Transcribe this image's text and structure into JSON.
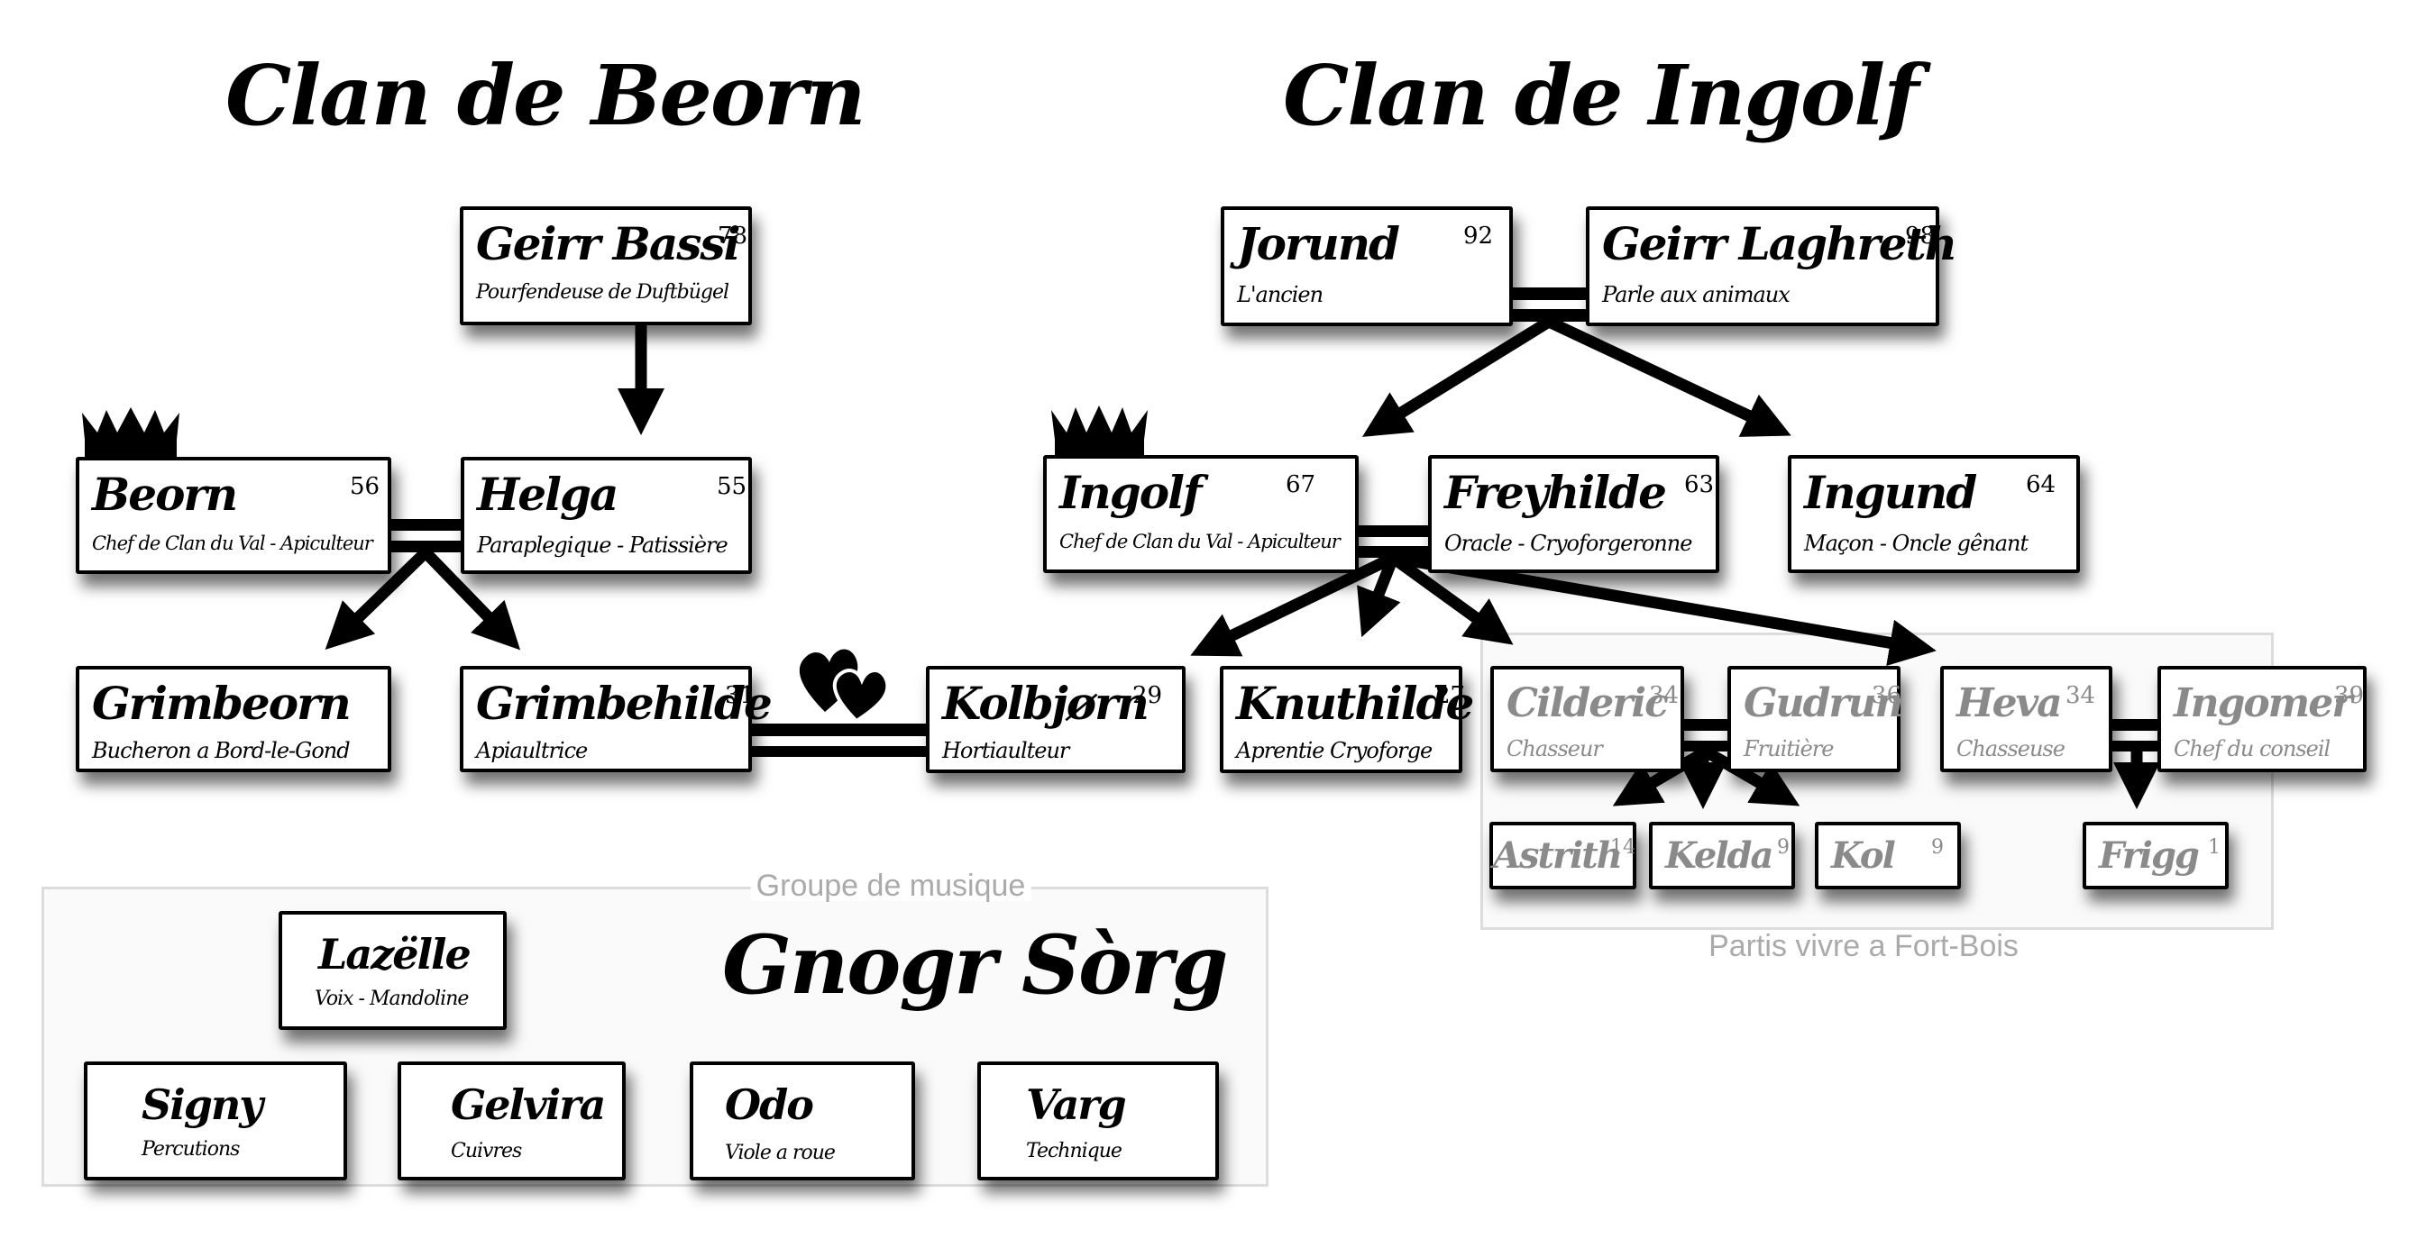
{
  "titles": {
    "clan_beorn": "Clan de Beorn",
    "clan_ingolf": "Clan de Ingolf",
    "band_name": "Gnogr Sòrg"
  },
  "groups": {
    "music": "Groupe de musique",
    "fortbois": "Partis vivre a Fort-Bois"
  },
  "people": {
    "geirr_bassi": {
      "name": "Geirr Bassi",
      "age": "78",
      "role": "Pourfendeuse de Duftbügel"
    },
    "beorn": {
      "name": "Beorn",
      "age": "56",
      "role": "Chef de Clan du Val - Apiculteur",
      "chief": true
    },
    "helga": {
      "name": "Helga",
      "age": "55",
      "role": "Paraplegique - Patissière"
    },
    "grimbeorn": {
      "name": "Grimbeorn",
      "age": "",
      "role": "Bucheron a Bord-le-Gond"
    },
    "grimbehilde": {
      "name": "Grimbehilde",
      "age": "31",
      "role": "Apiaultrice"
    },
    "kolbjorn": {
      "name": "Kolbjørn",
      "age": "29",
      "role": "Hortiaulteur"
    },
    "knuthilde": {
      "name": "Knuthilde",
      "age": "27",
      "role": "Aprentie Cryoforge"
    },
    "jorund": {
      "name": "Jorund",
      "age": "92",
      "role": "L'ancien"
    },
    "geirr_laghreth": {
      "name": "Geirr Laghreth",
      "age": "98",
      "role": "Parle aux animaux"
    },
    "ingolf": {
      "name": "Ingolf",
      "age": "67",
      "role": "Chef de Clan du Val - Apiculteur",
      "chief": true
    },
    "freyhilde": {
      "name": "Freyhilde",
      "age": "63",
      "role": "Oracle - Cryoforgeronne"
    },
    "ingund": {
      "name": "Ingund",
      "age": "64",
      "role": "Maçon - Oncle gênant"
    },
    "cilderic": {
      "name": "Cilderic",
      "age": "34",
      "role": "Chasseur"
    },
    "gudrun": {
      "name": "Gudrun",
      "age": "36",
      "role": "Fruitière"
    },
    "heva": {
      "name": "Heva",
      "age": "34",
      "role": "Chasseuse"
    },
    "ingomer": {
      "name": "Ingomer",
      "age": "39",
      "role": "Chef du conseil"
    },
    "astrith": {
      "name": "Astrith",
      "age": "14",
      "role": ""
    },
    "kelda": {
      "name": "Kelda",
      "age": "9",
      "role": ""
    },
    "kol": {
      "name": "Kol",
      "age": "9",
      "role": ""
    },
    "frigg": {
      "name": "Frigg",
      "age": "1",
      "role": ""
    },
    "lazelle": {
      "name": "Lazëlle",
      "age": "",
      "role": "Voix - Mandoline"
    },
    "signy": {
      "name": "Signy",
      "age": "",
      "role": "Percutions"
    },
    "gelvira": {
      "name": "Gelvira",
      "age": "",
      "role": "Cuivres"
    },
    "odo": {
      "name": "Odo",
      "age": "",
      "role": "Viole a roue"
    },
    "varg": {
      "name": "Varg",
      "age": "",
      "role": "Technique"
    }
  },
  "colors": {
    "line": "#000000",
    "faded_text": "#8a8a8a",
    "group_border": "#dcdcdc"
  }
}
